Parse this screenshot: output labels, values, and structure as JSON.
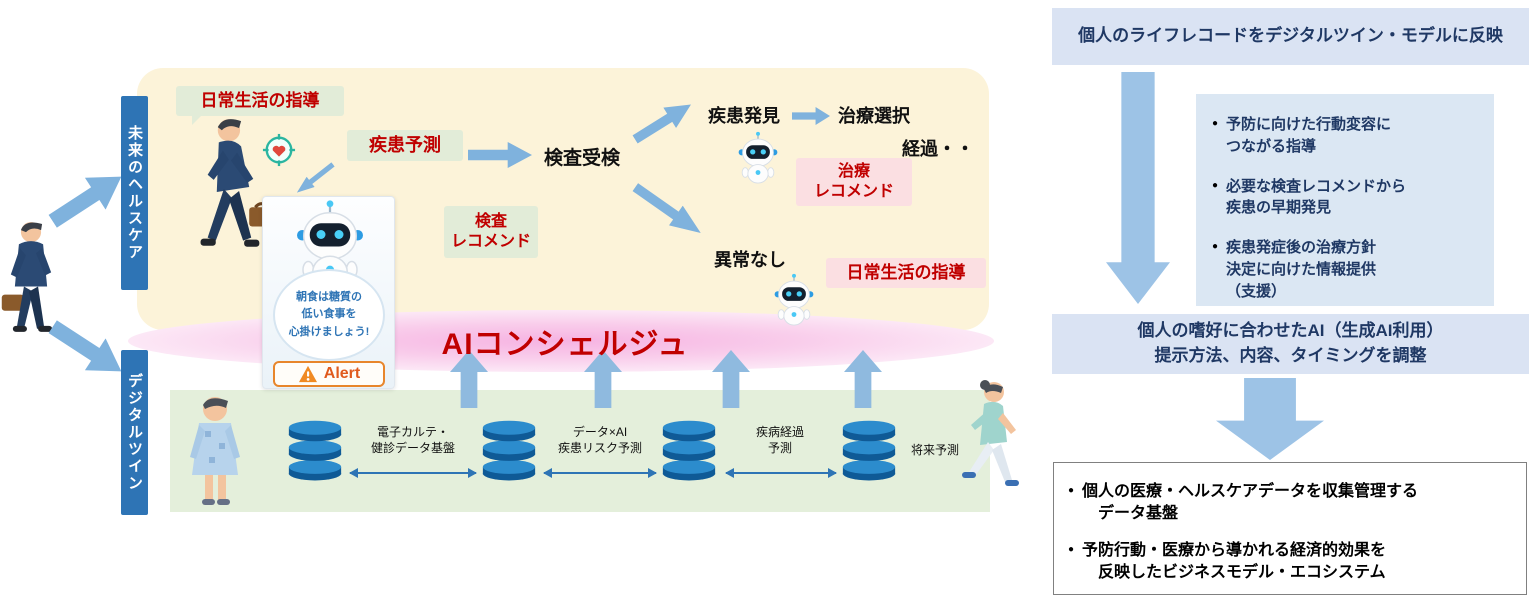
{
  "lanes": {
    "future": "未来のヘルスケア",
    "digital_twin": "デジタルツイン"
  },
  "flow": {
    "daily_guidance_top": "日常生活の指導",
    "disease_prediction": "疾患予測",
    "exam_taken": "検査受検",
    "disease_found": "疾患発見",
    "treatment_selection": "治療選択",
    "progress": "経過・・",
    "treatment_recommend": "治療\nレコメンド",
    "no_abnormality": "異常なし",
    "daily_guidance_right": "日常生活の指導",
    "exam_recommend": "検査\nレコメンド"
  },
  "concierge": {
    "title": "AIコンシェルジュ",
    "bubble": "朝食は糖質の\n低い食事を\n心掛けましょう!",
    "alert": "Alert"
  },
  "data_band": {
    "db_labels": [
      "電子カルテ・\n健診データ基盤",
      "データ×AI\n疾患リスク予測",
      "疾病経過\n予測",
      "将来予測"
    ]
  },
  "right_panel": {
    "top_box": "個人のライフレコードをデジタルツイン・モデルに反映",
    "benefits": [
      "予防に向けた行動変容に\nつながる指導",
      "必要な検査レコメンドから\n疾患の早期発見",
      "疾患発症後の治療方針\n決定に向けた情報提供\n（支援）"
    ],
    "mid_box": "個人の嗜好に合わせたAI（生成AI利用）\n提示方法、内容、タイミングを調整",
    "foundation": [
      "個人の医療・ヘルスケアデータを収集管理する\n　データ基盤",
      "予防行動・医療から導かれる経済的効果を\n　反映したビジネスモデル・エコシステム"
    ]
  }
}
